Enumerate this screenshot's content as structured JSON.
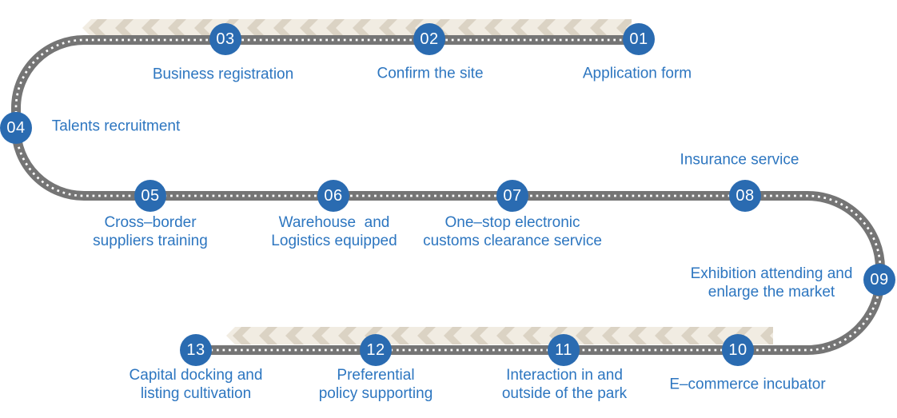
{
  "steps": [
    {
      "num": "01",
      "line1": "Application form"
    },
    {
      "num": "02",
      "line1": "Confirm the site"
    },
    {
      "num": "03",
      "line1": "Business registration"
    },
    {
      "num": "04",
      "line1": "Talents recruitment"
    },
    {
      "num": "05",
      "line1": "Cross–border",
      "line2": "suppliers training"
    },
    {
      "num": "06",
      "line1": "Warehouse  and",
      "line2": "Logistics equipped"
    },
    {
      "num": "07",
      "line1": "One–stop electronic",
      "line2": "customs clearance service"
    },
    {
      "num": "08",
      "line1": "Insurance service"
    },
    {
      "num": "09",
      "line1": "Exhibition attending and",
      "line2": "enlarge the market"
    },
    {
      "num": "10",
      "line1": "E–commerce incubator"
    },
    {
      "num": "11",
      "line1": "Interaction in and",
      "line2": "outside of the park"
    },
    {
      "num": "12",
      "line1": "Preferential",
      "line2": "policy supporting"
    },
    {
      "num": "13",
      "line1": "Capital docking and",
      "line2": "listing cultivation"
    }
  ],
  "colors": {
    "node_blue": "#2a6bb1",
    "label_blue": "#2d76c0",
    "road_gray": "#757575",
    "road_dots": "#ffffff",
    "chevron_light": "#f1ece2",
    "chevron_dark": "#dbd3c4"
  }
}
